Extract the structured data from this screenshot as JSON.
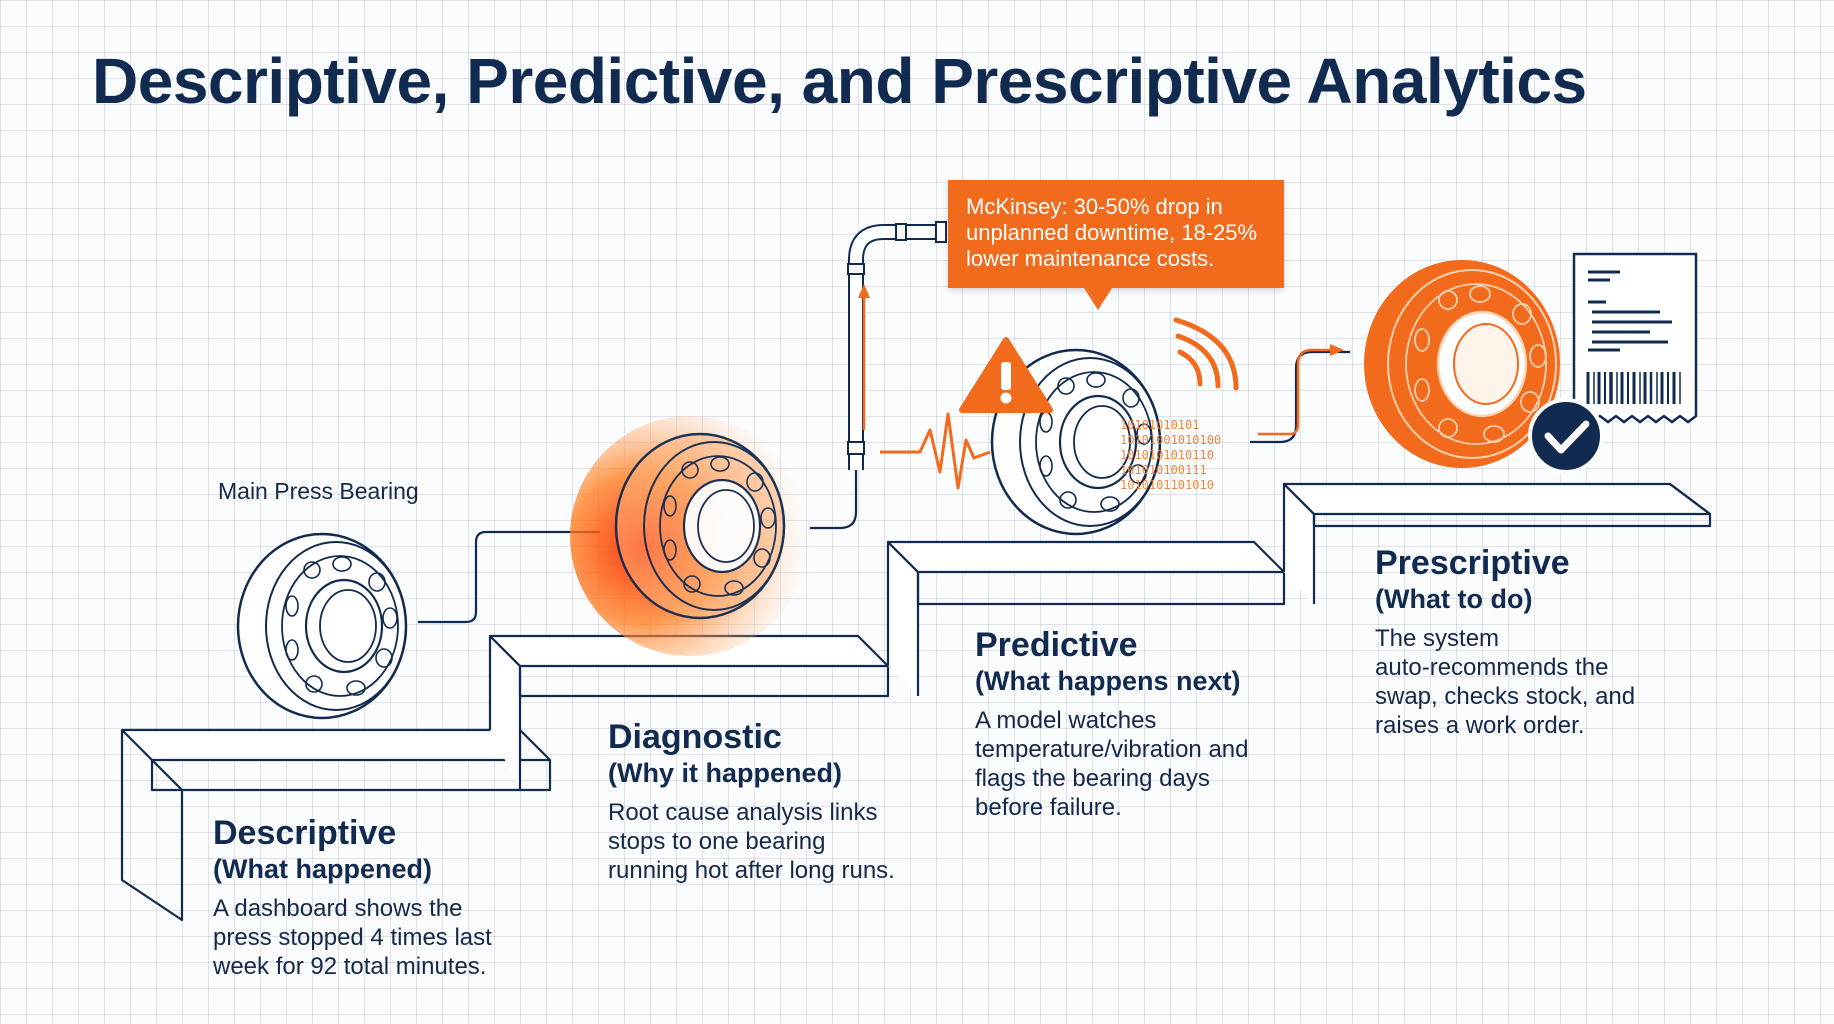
{
  "title": "Descriptive, Predictive, and Prescriptive Analytics",
  "bearing_label": "Main Press Bearing",
  "callout": {
    "text": "McKinsey: 30-50% drop in unplanned downtime, 18-25% lower maintenance costs."
  },
  "stages": [
    {
      "name": "Descriptive",
      "subtitle": "(What happened)",
      "description": [
        "A dashboard shows the",
        "press stopped 4 times last",
        "week for 92 total minutes."
      ]
    },
    {
      "name": "Diagnostic",
      "subtitle": "(Why it happened)",
      "description": [
        "Root cause analysis links",
        "stops to one bearing",
        "running hot after long runs."
      ]
    },
    {
      "name": "Predictive",
      "subtitle": "(What happens next)",
      "description": [
        "A model watches",
        "temperature/vibration and",
        "flags the bearing days",
        "before failure."
      ]
    },
    {
      "name": "Prescriptive",
      "subtitle": "(What to do)",
      "description": [
        "The system",
        "auto-recommends the",
        "swap, checks stock, and",
        "raises a work order."
      ]
    }
  ],
  "binary_stream": [
    "10101010101",
    "10101001010100",
    "1010101010110",
    "101010100111",
    "1010101101010"
  ],
  "icons": {
    "warning": "warning-triangle-icon",
    "signal": "wireless-signal-icon",
    "check": "check-circle-icon",
    "receipt": "work-order-receipt-icon",
    "pulse": "vibration-pulse-icon"
  },
  "colors": {
    "navy": "#112a4f",
    "orange": "#f26a1b",
    "grid": "#c8ced8"
  }
}
